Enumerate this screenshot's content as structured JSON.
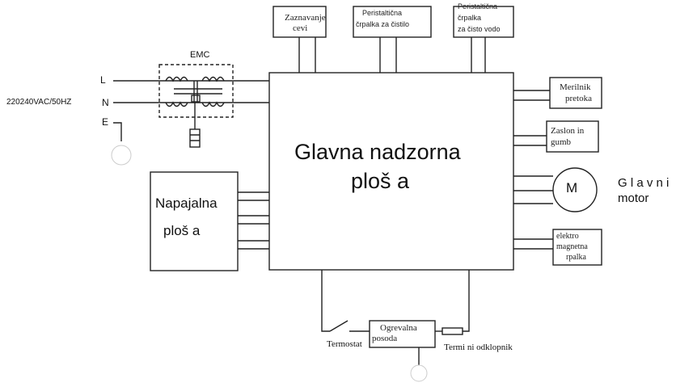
{
  "main_board": {
    "line1": "Glavna nadzorna",
    "line2": "ploš  a"
  },
  "power_board": {
    "line1": "Napajalna",
    "line2": "ploš  a"
  },
  "emc": {
    "label": "EMC"
  },
  "supply": {
    "L": "L",
    "N": "N",
    "E": "E",
    "voltage": "220240VAC/50HZ"
  },
  "top_boxes": {
    "pipe_detection": {
      "line1": "Zaznavanje",
      "line2": "cevi"
    },
    "cleaner_pump": {
      "line1": "Peristaltična",
      "line2": "črpalka za čistilo"
    },
    "water_pump": {
      "line1": "Peristaltična",
      "line2": "črpalka",
      "line3": "za čisto vodo"
    }
  },
  "right_boxes": {
    "flow_meter": {
      "line1": "Merilnik",
      "line2": "pretoka"
    },
    "display": {
      "line1": "Zaslon in",
      "line2": "gumb"
    },
    "motor": {
      "symbol": "M",
      "line1": "G l a v n i",
      "line2": "motor"
    },
    "solenoid": {
      "line1": "elektro",
      "line2": "magnetna",
      "line3": "rpalka"
    }
  },
  "bottom": {
    "thermostat": "Termostat",
    "heater": {
      "line1": "Ogrevalna",
      "line2": "posoda"
    },
    "cutout": "Termi  ni odklopnik"
  },
  "colors": {
    "line": "#222222",
    "box_border": "#333333",
    "text": "#111111"
  }
}
